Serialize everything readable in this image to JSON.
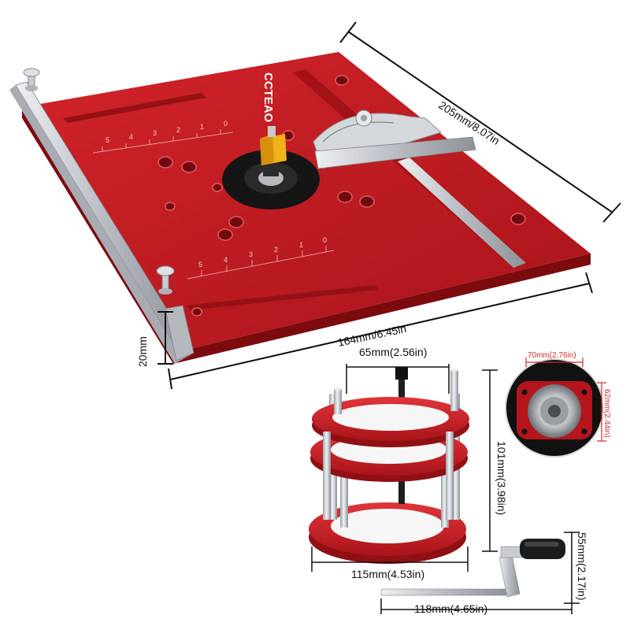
{
  "brand": "CCTEAO",
  "dimensions": {
    "plate_length": "205mm/8.07in",
    "plate_width": "164mm/6.45in",
    "fence_height": "20mm",
    "lift_top_width": "65mm(2.56in)",
    "lift_height": "101mm(3.98in)",
    "lift_base_width": "115mm(4.53in)",
    "crank_height": "55mm(2.17in)",
    "crank_length": "118mm(4.65in)",
    "motor_width": "70mm(2.76in)",
    "motor_height": "62mm(2.44in)"
  },
  "scale_top": [
    "0",
    "1",
    "2",
    "3",
    "4",
    "5"
  ],
  "scale_bottom": [
    "0",
    "1",
    "2",
    "3",
    "4",
    "5"
  ],
  "colors": {
    "plate": "#c4161c",
    "plate_dark": "#8e0e12",
    "aluminum": "#c9ccd0",
    "lift_red": "#c81e23",
    "highlight": "#d12a2a"
  }
}
